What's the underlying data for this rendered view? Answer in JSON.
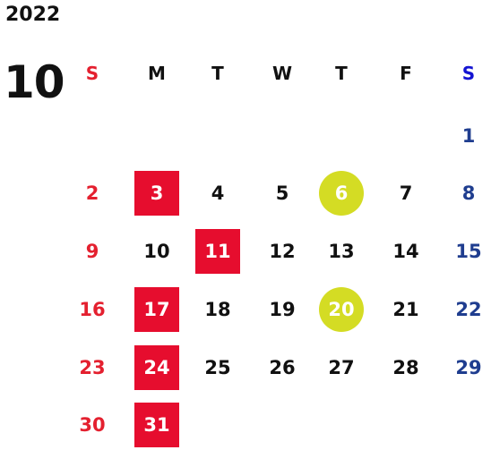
{
  "calendar": {
    "year": "2022",
    "month": "10",
    "weekdays": [
      "S",
      "M",
      "T",
      "W",
      "T",
      "F",
      "S"
    ],
    "days": [
      "",
      "",
      "",
      "",
      "",
      "",
      "1",
      "2",
      "3",
      "4",
      "5",
      "6",
      "7",
      "8",
      "9",
      "10",
      "11",
      "12",
      "13",
      "14",
      "15",
      "16",
      "17",
      "18",
      "19",
      "20",
      "21",
      "22",
      "23",
      "24",
      "25",
      "26",
      "27",
      "28",
      "29",
      "30",
      "31",
      "",
      "",
      "",
      "",
      ""
    ],
    "red_box_days": [
      "3",
      "11",
      "17",
      "24",
      "31"
    ],
    "circle_days": [
      "6",
      "20"
    ],
    "colors": {
      "sunday": "#e4202f",
      "saturday": "#1f3d8f",
      "saturday_header": "#1414d2",
      "weekday": "#111111",
      "red_box": "#e60d2e",
      "circle": "#d4dc24"
    }
  }
}
